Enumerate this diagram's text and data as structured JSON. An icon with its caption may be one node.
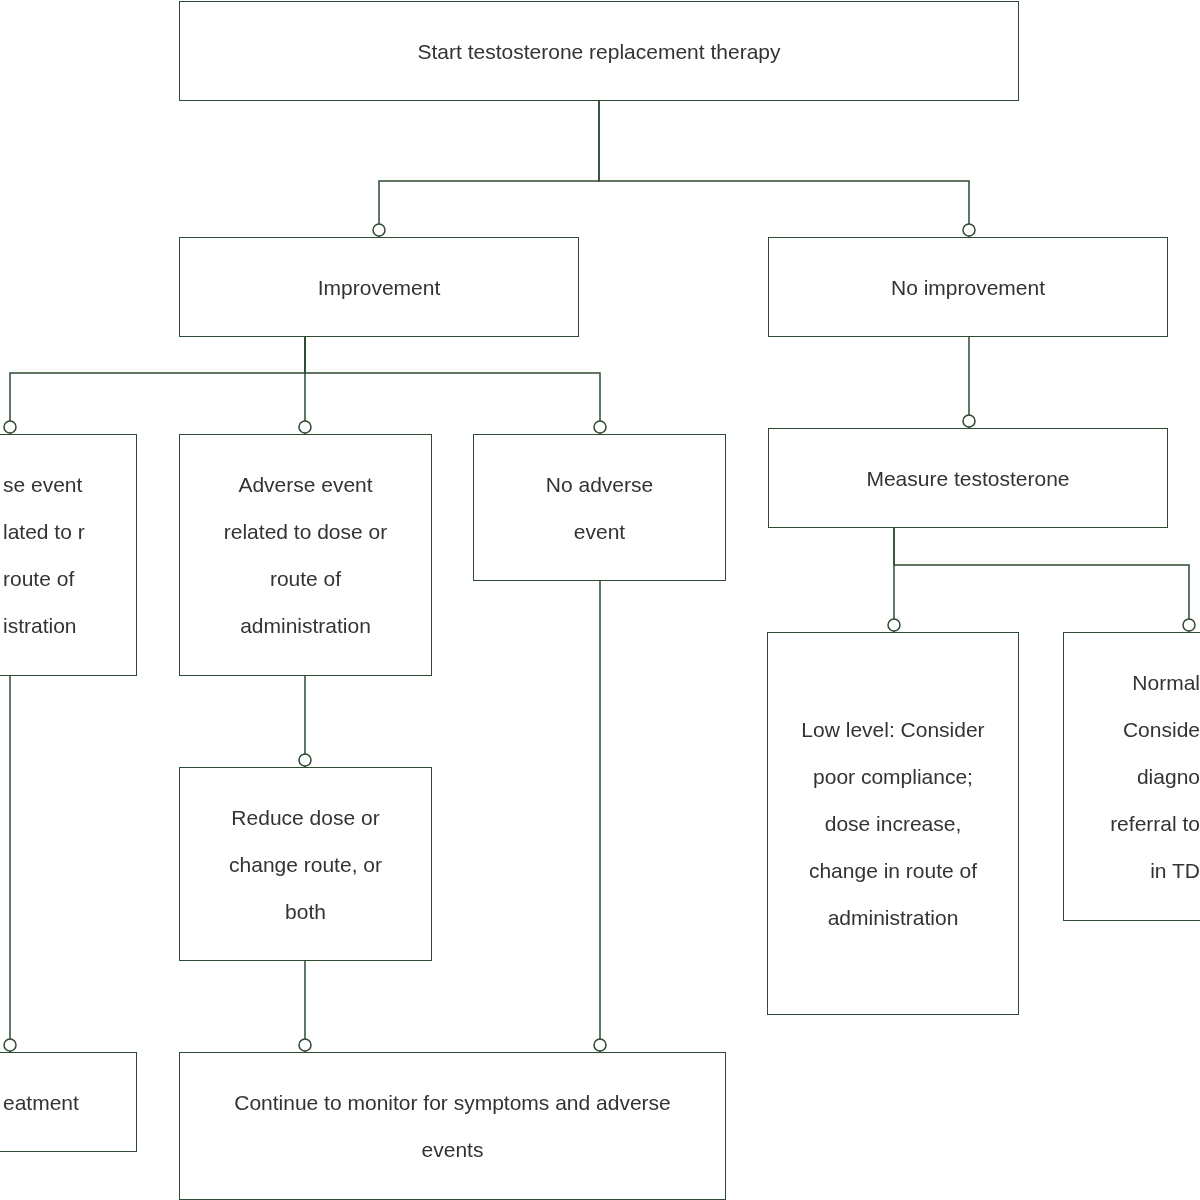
{
  "diagram": {
    "nodes": [
      {
        "text": [
          "Start testosterone replacement therapy"
        ]
      },
      {
        "text": [
          "Improvement"
        ]
      },
      {
        "text": [
          "No improvement"
        ]
      },
      {
        "text": [
          "se event lated to r route of istration"
        ]
      },
      {
        "text": [
          "Adverse event related to dose or route of administration"
        ]
      },
      {
        "text": [
          "No adverse event"
        ]
      },
      {
        "text": [
          "Measure testosterone"
        ]
      },
      {
        "text": [
          "Reduce dose or change route, or both"
        ]
      },
      {
        "text": [
          "Low level: Consider poor compliance; dose increase, change in route of administration"
        ]
      },
      {
        "text": [
          "Normal Conside diagno referral to in TD"
        ]
      },
      {
        "text": [
          "eatment"
        ]
      },
      {
        "text": [
          "Continue to monitor for symptoms and adverse events"
        ]
      }
    ],
    "edges": [
      {
        "from": 0,
        "to": 1,
        "arrow": "other"
      },
      {
        "from": 0,
        "to": 2,
        "arrow": "other"
      },
      {
        "from": 1,
        "to": 3,
        "arrow": "other"
      },
      {
        "from": 1,
        "to": 4,
        "arrow": "other"
      },
      {
        "from": 1,
        "to": 5,
        "arrow": "other"
      },
      {
        "from": 2,
        "to": 6,
        "arrow": "other"
      },
      {
        "from": 6,
        "to": 8,
        "arrow": "other"
      },
      {
        "from": 6,
        "to": 9,
        "arrow": "other"
      },
      {
        "from": 3,
        "to": 10,
        "arrow": "other"
      },
      {
        "from": 4,
        "to": 7,
        "arrow": "other"
      },
      {
        "from": 7,
        "to": 11,
        "arrow": "other"
      },
      {
        "from": 5,
        "to": 11,
        "arrow": "other"
      }
    ]
  }
}
